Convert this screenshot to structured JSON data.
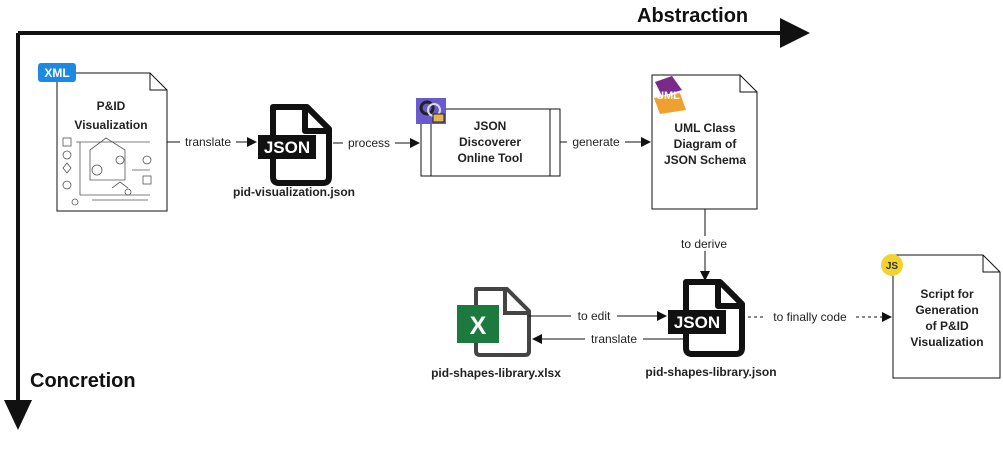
{
  "axes": {
    "horizontal": "Abstraction",
    "vertical": "Concretion"
  },
  "nodes": {
    "pid_visualization": {
      "title_line1": "P&ID",
      "title_line2": "Visualization",
      "badge": "XML"
    },
    "json_file_1": {
      "caption": "pid-visualization.json",
      "icon_text": "JSON"
    },
    "json_discoverer": {
      "line1": "JSON",
      "line2": "Discoverer",
      "line3": "Online Tool"
    },
    "uml_diagram": {
      "line1": "UML Class",
      "line2": "Diagram of",
      "line3": "JSON Schema",
      "icon_text": "UML"
    },
    "json_file_2": {
      "caption": "pid-shapes-library.json",
      "icon_text": "JSON"
    },
    "excel_file": {
      "caption": "pid-shapes-library.xlsx",
      "icon_text": "X"
    },
    "script": {
      "line1": "Script for",
      "line2": "Generation",
      "line3": "of P&ID",
      "line4": "Visualization",
      "badge": "JS"
    }
  },
  "edges": {
    "translate_1": "translate",
    "process": "process",
    "generate": "generate",
    "to_derive": "to derive",
    "to_edit": "to edit",
    "translate_2": "translate",
    "to_finally_code": "to finally code"
  },
  "colors": {
    "xml_badge": "#1e88e5",
    "js_badge": "#f2d22e",
    "excel_green": "#1d7a3e",
    "uml_orange": "#f0a030",
    "uml_purple": "#7b2a8c",
    "tool_icon_bg": "#6a5acd",
    "stroke": "#111111"
  }
}
